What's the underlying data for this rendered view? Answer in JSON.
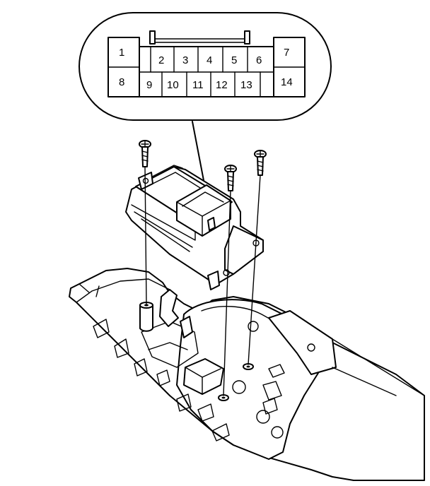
{
  "connector": {
    "pins": [
      {
        "id": "1",
        "label": "1"
      },
      {
        "id": "2",
        "label": "2"
      },
      {
        "id": "3",
        "label": "3"
      },
      {
        "id": "4",
        "label": "4"
      },
      {
        "id": "5",
        "label": "5"
      },
      {
        "id": "6",
        "label": "6"
      },
      {
        "id": "7",
        "label": "7"
      },
      {
        "id": "8",
        "label": "8"
      },
      {
        "id": "9",
        "label": "9"
      },
      {
        "id": "10",
        "label": "10"
      },
      {
        "id": "11",
        "label": "11"
      },
      {
        "id": "12",
        "label": "12"
      },
      {
        "id": "13",
        "label": "13"
      },
      {
        "id": "14",
        "label": "14"
      }
    ]
  },
  "colors": {
    "line": "#000000",
    "background": "#ffffff"
  }
}
